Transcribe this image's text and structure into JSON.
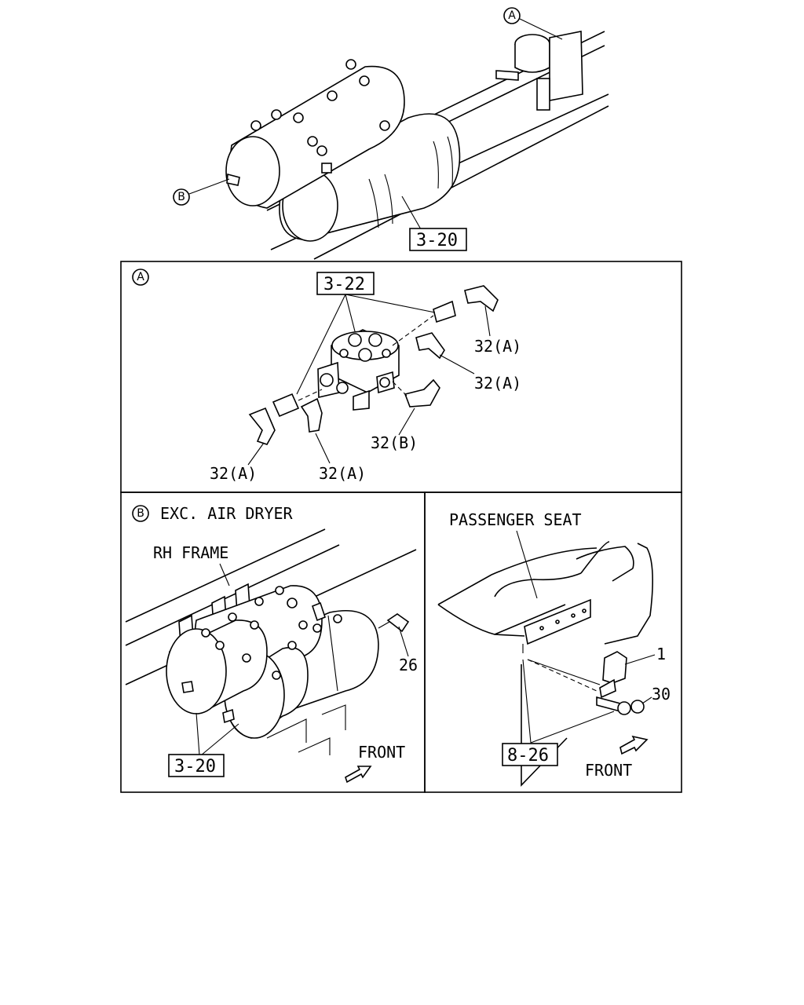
{
  "overview": {
    "marker_a": "A",
    "marker_b": "B",
    "ref_tanks": "3-20"
  },
  "panel_a": {
    "marker": "A",
    "ref_valve": "3-22",
    "fittings": [
      "32(A)",
      "32(A)",
      "32(B)",
      "32(A)",
      "32(A)"
    ]
  },
  "panel_b": {
    "marker": "B",
    "title": "EXC. AIR DRYER",
    "frame_label": "RH FRAME",
    "part_26": "26",
    "ref_tanks": "3-20",
    "front_label": "FRONT"
  },
  "panel_c": {
    "seat_label": "PASSENGER SEAT",
    "part_1": "1",
    "part_30": "30",
    "ref_bracket": "8-26",
    "front_label": "FRONT"
  }
}
